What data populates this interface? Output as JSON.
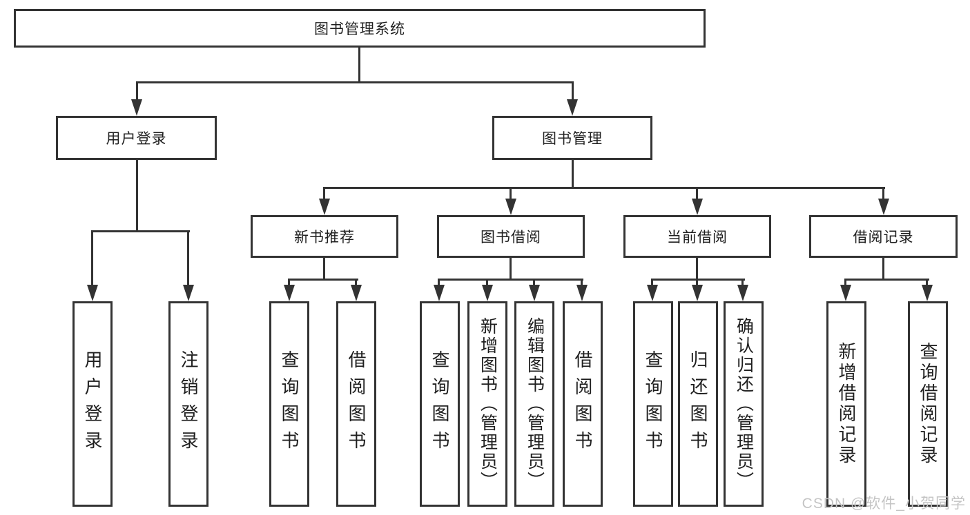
{
  "diagram": {
    "root": {
      "label": "图书管理系统"
    },
    "level2": [
      {
        "label": "用户登录"
      },
      {
        "label": "图书管理"
      }
    ],
    "level3": [
      {
        "label": "新书推荐",
        "parent": "图书管理"
      },
      {
        "label": "图书借阅",
        "parent": "图书管理"
      },
      {
        "label": "当前借阅",
        "parent": "图书管理"
      },
      {
        "label": "借阅记录",
        "parent": "图书管理"
      }
    ],
    "leaves": [
      {
        "label": "用户登录",
        "parent": "用户登录"
      },
      {
        "label": "注销登录",
        "parent": "用户登录"
      },
      {
        "label": "查询图书",
        "parent": "新书推荐"
      },
      {
        "label": "借阅图书",
        "parent": "新书推荐"
      },
      {
        "label": "查询图书",
        "parent": "图书借阅"
      },
      {
        "label": "新增图书（管理员）",
        "parent": "图书借阅"
      },
      {
        "label": "编辑图书（管理员）",
        "parent": "图书借阅"
      },
      {
        "label": "借阅图书",
        "parent": "图书借阅"
      },
      {
        "label": "查询图书",
        "parent": "当前借阅"
      },
      {
        "label": "归还图书",
        "parent": "当前借阅"
      },
      {
        "label": "确认归还（管理员）",
        "parent": "当前借阅"
      },
      {
        "label": "新增借阅记录",
        "parent": "借阅记录"
      },
      {
        "label": "查询借阅记录",
        "parent": "借阅记录"
      }
    ]
  },
  "watermark": {
    "text": "CSDN @软件_小贺同学"
  },
  "colors": {
    "line": "#333333",
    "box_border": "#333333",
    "background": "#ffffff",
    "text": "#1f1f1f",
    "watermark": "#c4c4c4"
  }
}
